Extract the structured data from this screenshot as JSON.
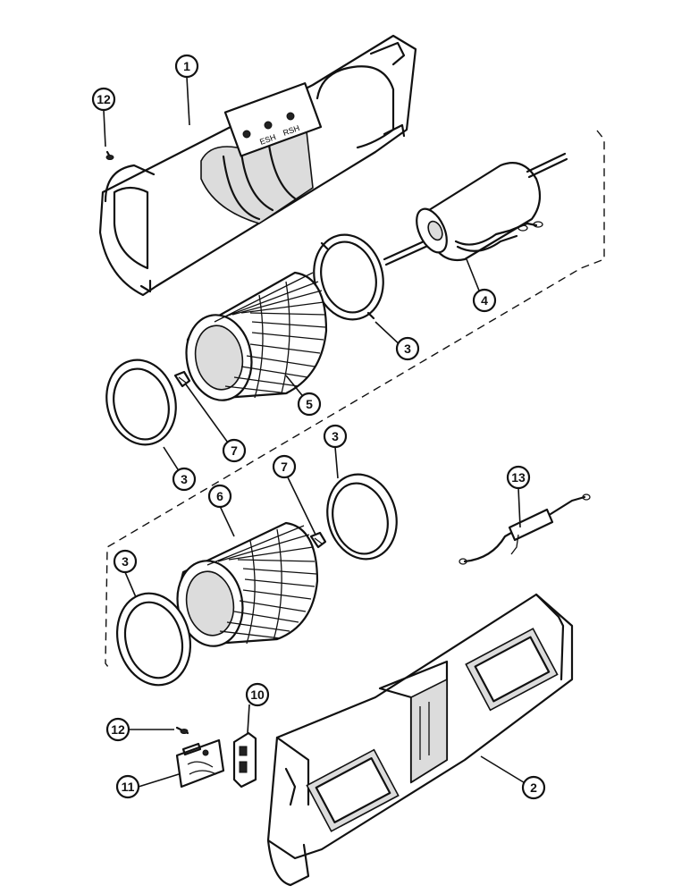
{
  "callouts": {
    "c1": "1",
    "c2": "2",
    "c3a": "3",
    "c3b": "3",
    "c3c": "3",
    "c3d": "3",
    "c4": "4",
    "c5": "5",
    "c6": "6",
    "c7a": "7",
    "c7b": "7",
    "c10": "10",
    "c11": "11",
    "c12a": "12",
    "c12b": "12",
    "c13": "13"
  },
  "housing_marks": {
    "left_mark": "ESH",
    "right_mark": "RSH"
  },
  "colors": {
    "ink": "#111111",
    "paper": "#ffffff",
    "shade": "#dcdcdc"
  }
}
